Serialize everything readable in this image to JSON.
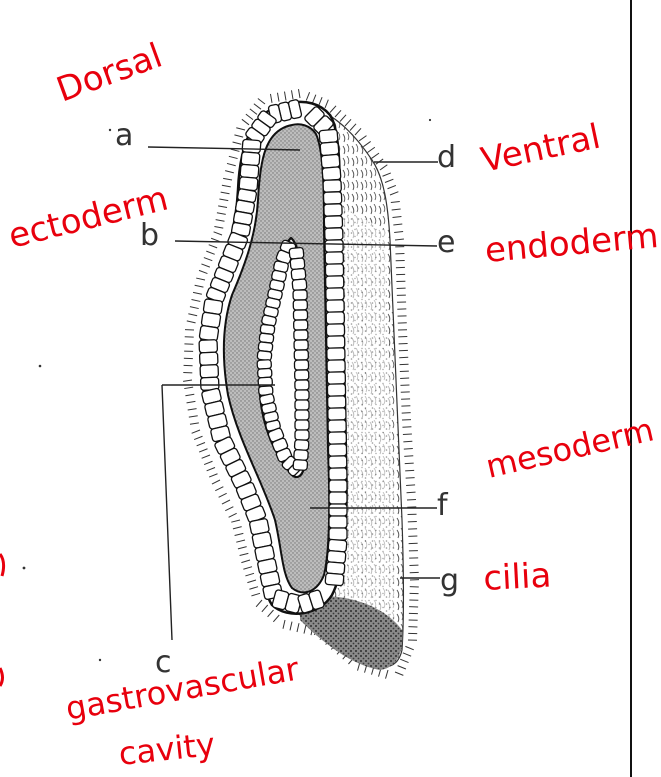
{
  "labels": {
    "a": "a",
    "b": "b",
    "c": "c",
    "d": "d",
    "e": "e",
    "f": "f",
    "g": "g"
  },
  "annotations": {
    "dorsal": "Dorsal",
    "ventral": "Ventral",
    "ectoderm": "ectoderm",
    "endoderm": "endoderm",
    "mesoderm": "mesoderm",
    "cilia": "cilia",
    "gastrovascular": "gastrovascular",
    "cavity": "cavity"
  },
  "colors": {
    "ink": "#e8000d",
    "line": "#222222"
  }
}
